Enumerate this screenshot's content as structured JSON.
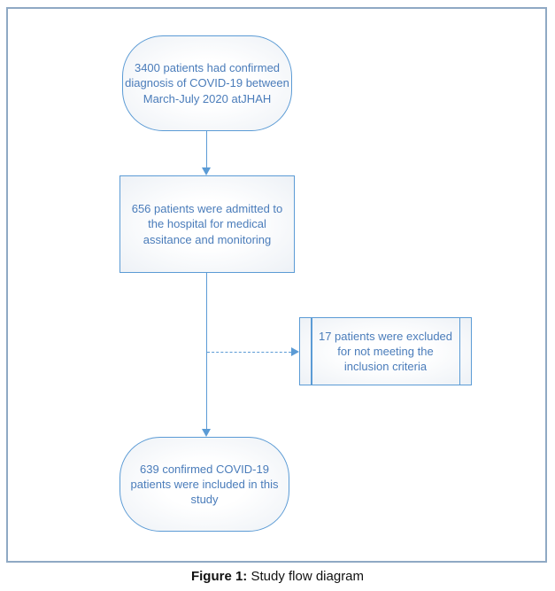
{
  "diagram": {
    "colors": {
      "shape_border": "#5b9bd5",
      "shape_text": "#4a7cba",
      "shape_fill_edge": "#edf1f6",
      "frame_border": "#8fa9c4"
    },
    "nodes": {
      "start": {
        "shape": "terminator",
        "lines": {
          "l1": "3400 patients had confirmed",
          "l2": "diagnosis of COVID-19 between",
          "l3": "March-July 2020 atJHAH"
        }
      },
      "admitted": {
        "shape": "process",
        "lines": {
          "l1": "656 patients were admitted to",
          "l2": "the hospital for medical",
          "l3": "assitance and monitoring"
        }
      },
      "excluded": {
        "shape": "predefined-process",
        "lines": {
          "l1": "17 patients were excluded",
          "l2": "for not meeting the",
          "l3": "inclusion criteria"
        }
      },
      "included": {
        "shape": "terminator",
        "lines": {
          "l1": "639 confirmed COVID-19",
          "l2": "patients were included in this",
          "l3": "study"
        }
      }
    }
  },
  "caption": {
    "label": "Figure 1:",
    "text": " Study flow diagram"
  }
}
